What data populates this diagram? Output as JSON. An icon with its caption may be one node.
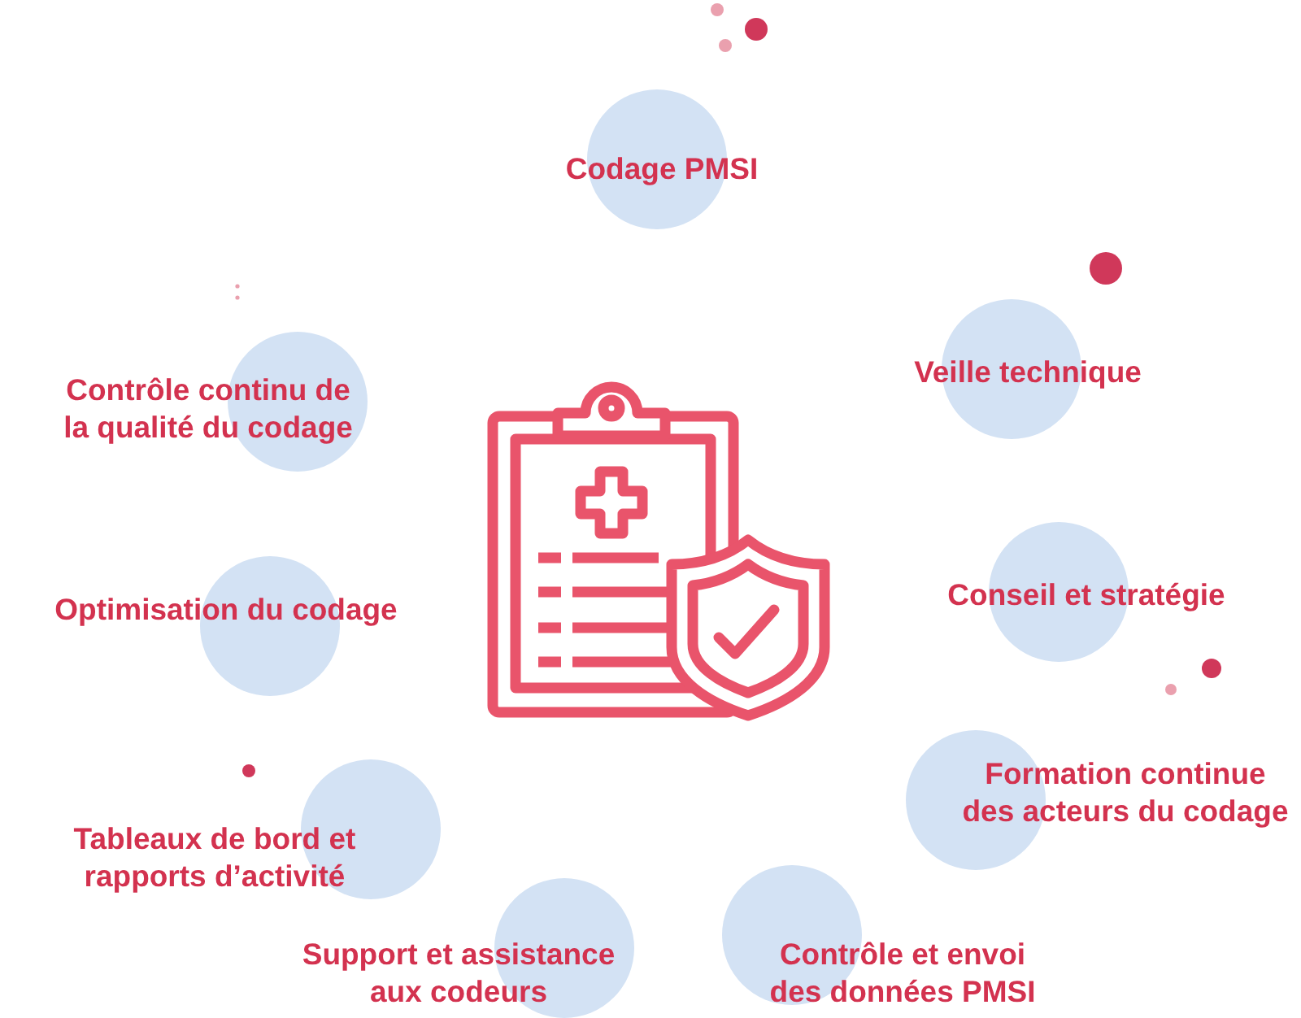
{
  "diagram": {
    "nodes": [
      {
        "text": [
          "Codage PMSI"
        ]
      },
      {
        "text": [
          "Veille technique"
        ]
      },
      {
        "text": [
          "Conseil et stratégie"
        ]
      },
      {
        "text": [
          "Formation continue des acteurs du codage"
        ]
      },
      {
        "text": [
          "Contrôle et envoi des données PMSI"
        ]
      },
      {
        "text": [
          "Support et assistance aux codeurs"
        ]
      },
      {
        "text": [
          "Tableaux de bord et rapports d’activité"
        ]
      },
      {
        "text": [
          "Optimisation du codage"
        ]
      },
      {
        "text": [
          "Contrôle continu de la qualité du codage"
        ]
      }
    ]
  }
}
